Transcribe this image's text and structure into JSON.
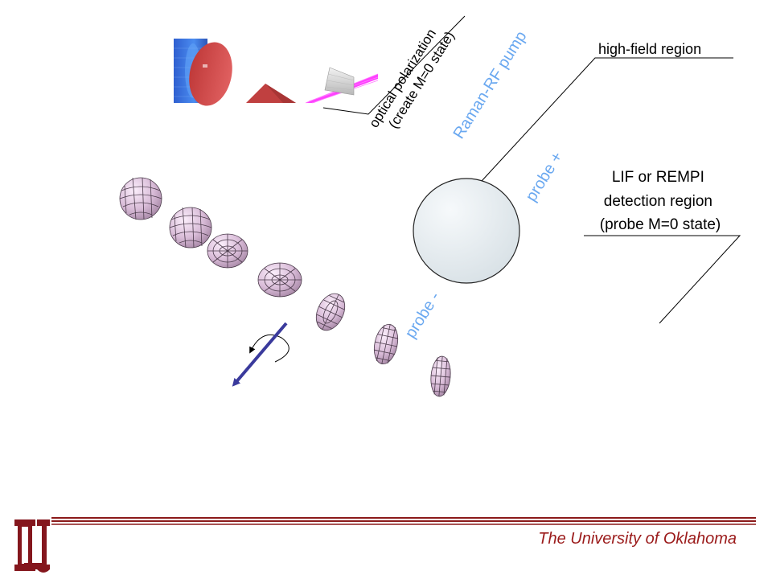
{
  "labels": {
    "optical_line1": "optical polarization",
    "optical_line2": "(create M=0 state)",
    "raman": "Raman-RF pump",
    "high_field": "high-field region",
    "probe_plus": "probe +",
    "probe_minus": "probe -",
    "lif_line1": "LIF or REMPI",
    "lif_line2": "detection region",
    "lif_line3": "(probe M=0 state)"
  },
  "footer": {
    "university": "The University of Oklahoma"
  },
  "colors": {
    "label_blue": "#6aa8f0",
    "arrow_blue": "#3a3a9c",
    "logo_red": "#84161d",
    "footer_text": "#9b1b1b",
    "rule": "#8b1a1a",
    "ellipsoid_fill": "#e3cde3",
    "circle_fill": "#e9eef1"
  }
}
